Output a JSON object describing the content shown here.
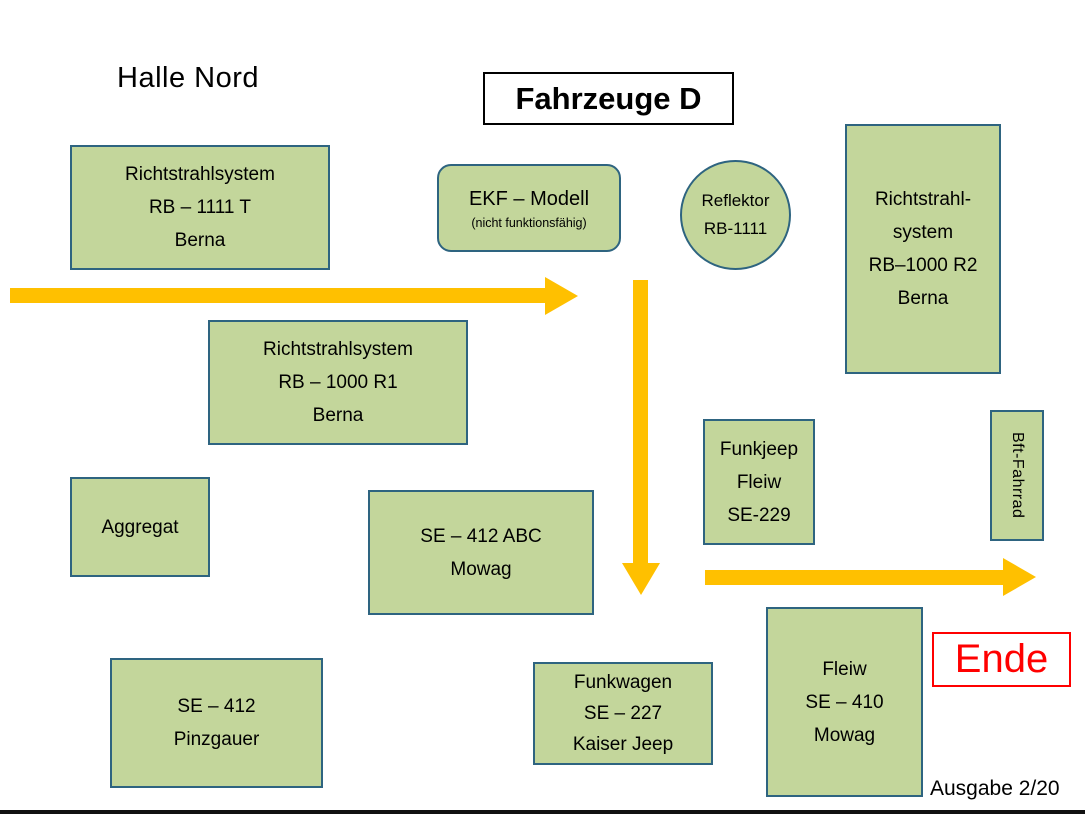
{
  "labels": {
    "hall_title": "Halle Nord",
    "header_box": "Fahrzeuge D",
    "ende": "Ende",
    "edition": "Ausgabe 2/20"
  },
  "nodes": {
    "richtstrahl_rb1111t": {
      "lines": [
        "Richtstrahlsystem",
        "RB – 1111 T",
        "Berna"
      ]
    },
    "ekf_modell": {
      "title": "EKF – Modell",
      "subtitle": "(nicht funktionsfähig)"
    },
    "reflektor": {
      "lines": [
        "Reflektor",
        "RB-1111"
      ]
    },
    "richtstrahl_rb1000r2": {
      "lines": [
        "Richtstrahl-",
        "system",
        "RB–1000 R2",
        "Berna"
      ]
    },
    "richtstrahl_rb1000r1": {
      "lines": [
        "Richtstrahlsystem",
        "RB – 1000 R1",
        "Berna"
      ]
    },
    "funkjeep": {
      "lines": [
        "Funkjeep",
        "Fleiw",
        "SE-229"
      ]
    },
    "bft_fahrrad": {
      "lines": [
        "Bft-Fahrrad"
      ]
    },
    "aggregat": {
      "lines": [
        "Aggregat"
      ]
    },
    "se412_abc": {
      "lines": [
        "SE – 412 ABC",
        "Mowag"
      ]
    },
    "fleiw_se410": {
      "lines": [
        "Fleiw",
        "SE – 410",
        "Mowag"
      ]
    },
    "funkwagen_se227": {
      "lines": [
        "Funkwagen",
        "SE – 227",
        "Kaiser Jeep"
      ]
    },
    "se412_pinzgauer": {
      "lines": [
        "SE – 412",
        "Pinzgauer"
      ]
    }
  },
  "arrows": [
    {
      "name": "tour-arrow-west",
      "direction": "right"
    },
    {
      "name": "tour-arrow-middle",
      "direction": "down"
    },
    {
      "name": "tour-arrow-east",
      "direction": "right"
    }
  ],
  "colors": {
    "box_fill": "#c3d69b",
    "box_border": "#2e6480",
    "arrow": "#ffc000",
    "ende_red": "#ff0000",
    "header_border": "#000000"
  }
}
